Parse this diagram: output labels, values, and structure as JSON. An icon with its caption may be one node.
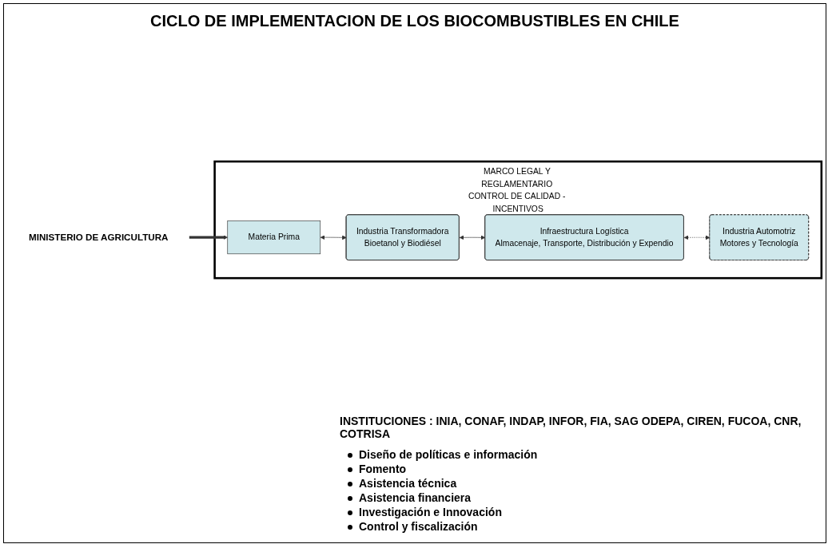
{
  "diagram": {
    "title": "CICLO DE IMPLEMENTACION DE LOS BIOCOMBUSTIBLES EN CHILE",
    "nodes": [
      {
        "text": [
          "MARCO LEGAL Y REGLAMENTARIO CONTROL DE CALIDAD - INCENTIVOS"
        ]
      },
      {
        "text": [
          "Materia Prima"
        ],
        "in": 0
      },
      {
        "text": [
          "Industria Transformadora",
          "Bioetanol y Biodiésel"
        ],
        "in": 0
      },
      {
        "text": [
          "Infraestructura Logística",
          "Almacenaje, Transporte, Distribución y Expendio"
        ],
        "in": 0
      },
      {
        "text": [
          "Industria Automotriz",
          "Motores y Tecnología"
        ],
        "in": 0
      },
      {
        "text": [
          "MINISTERIO DE AGRICULTURA"
        ]
      }
    ],
    "edges": [
      {
        "from": 1,
        "to": 2,
        "arrow": "both"
      },
      {
        "from": 2,
        "to": 3,
        "arrow": "both"
      },
      {
        "from": 3,
        "to": 4,
        "arrow": "both",
        "style": "dashed"
      },
      {
        "from": 5,
        "to": 1,
        "arrow": "to",
        "style": "thick"
      }
    ],
    "labels": [
      "INSTITUCIONES : INIA, CONAF, INDAP, INFOR, FIA, SAG ODEPA, CIREN, FUCOA, CNR, COTRISA",
      "Diseño de políticas e información",
      "Fomento",
      "Asistencia técnica",
      "Asistencia financiera",
      "Investigación e Innovación",
      "Control y fiscalización"
    ]
  }
}
